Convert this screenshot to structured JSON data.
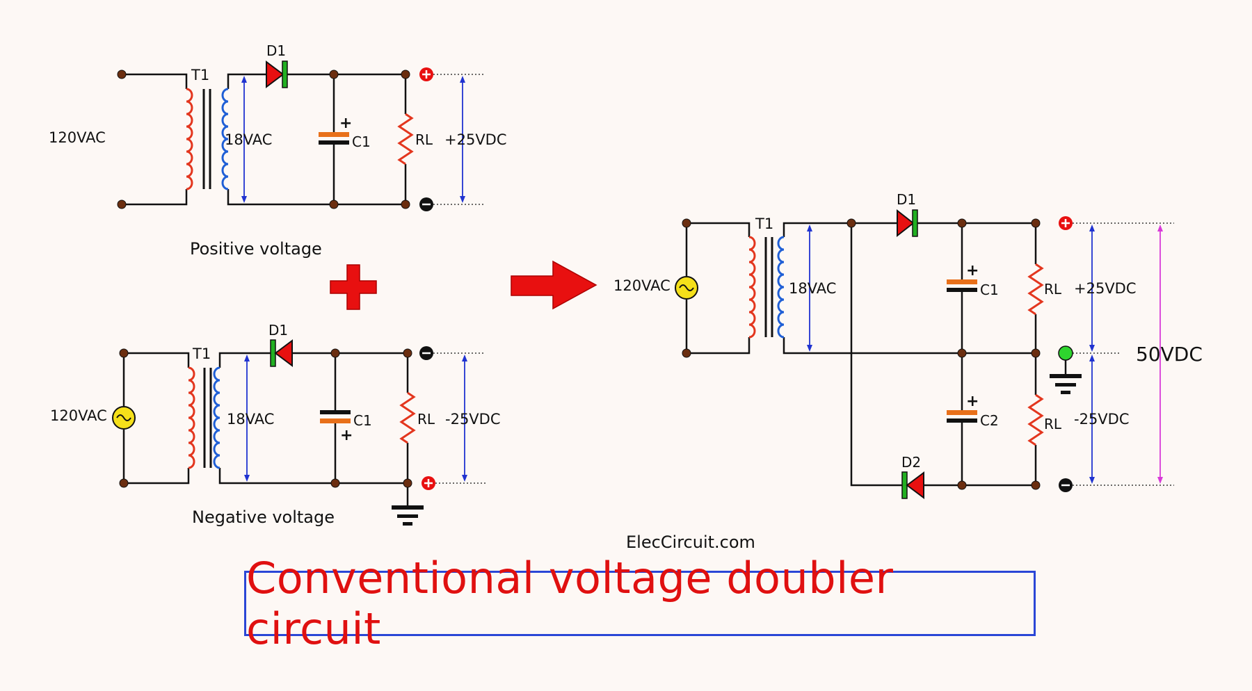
{
  "positive_circuit": {
    "input_label": "120VAC",
    "transformer_label": "T1",
    "secondary_label": "18VAC",
    "diode_label": "D1",
    "capacitor_label": "C1",
    "load_label": "RL",
    "output_label": "+25VDC",
    "caption": "Positive voltage"
  },
  "negative_circuit": {
    "input_label": "120VAC",
    "transformer_label": "T1",
    "secondary_label": "18VAC",
    "diode_label": "D1",
    "capacitor_label": "C1",
    "load_label": "RL",
    "output_label": "-25VDC",
    "caption": "Negative voltage"
  },
  "doubler_circuit": {
    "input_label": "120VAC",
    "transformer_label": "T1",
    "secondary_label": "18VAC",
    "diode1_label": "D1",
    "diode2_label": "D2",
    "capacitor1_label": "C1",
    "capacitor2_label": "C2",
    "load1_label": "RL",
    "load2_label": "RL",
    "upper_output_label": "+25VDC",
    "lower_output_label": "-25VDC",
    "total_output_label": "50VDC"
  },
  "website": "ElecCircuit.com",
  "title": "Conventional voltage doubler circuit",
  "colors": {
    "wire": "#111111",
    "coil": "#e3361e",
    "secondary_coil": "#1f5fd6",
    "diode_body": "#e81010",
    "diode_band": "#22b022",
    "capacitor_plate": "#e8701a",
    "arrow_blue": "#2033d0",
    "arrow_magenta": "#d83ad8",
    "title_red": "#e01010",
    "title_border": "#2a46d6",
    "ac_source": "#f5e01a",
    "ground_node": "#2ed52e"
  }
}
